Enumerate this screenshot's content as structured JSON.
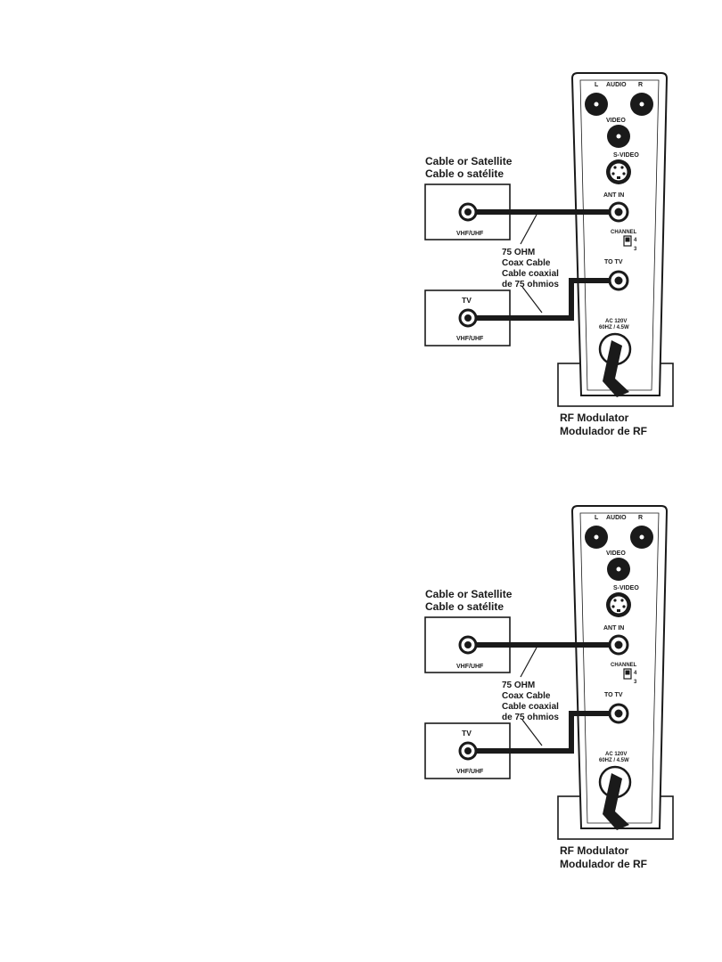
{
  "diagrams": [
    {
      "source_label_1": "Cable or Satellite",
      "source_label_2": "Cable o satélite",
      "source_port": "VHF/UHF",
      "tv_label": "TV",
      "tv_port": "VHF/UHF",
      "cable_label_1": "75 OHM",
      "cable_label_2": "Coax Cable",
      "cable_label_3": "Cable coaxial",
      "cable_label_4": "de 75 ohmios",
      "mod_audio_l": "L",
      "mod_audio": "AUDIO",
      "mod_audio_r": "R",
      "mod_video": "VIDEO",
      "mod_svideo": "S-VIDEO",
      "mod_ant_in": "ANT IN",
      "mod_channel": "CHANNEL",
      "mod_ch4": "4",
      "mod_ch3": "3",
      "mod_to_tv": "TO TV",
      "mod_power_1": "AC 120V",
      "mod_power_2": "60HZ / 4.5W",
      "mod_label_1": "RF Modulator",
      "mod_label_2": "Modulador de RF"
    },
    {
      "source_label_1": "Cable or Satellite",
      "source_label_2": "Cable o satélite",
      "source_port": "VHF/UHF",
      "tv_label": "TV",
      "tv_port": "VHF/UHF",
      "cable_label_1": "75 OHM",
      "cable_label_2": "Coax Cable",
      "cable_label_3": "Cable coaxial",
      "cable_label_4": "de 75 ohmios",
      "mod_audio_l": "L",
      "mod_audio": "AUDIO",
      "mod_audio_r": "R",
      "mod_video": "VIDEO",
      "mod_svideo": "S-VIDEO",
      "mod_ant_in": "ANT IN",
      "mod_channel": "CHANNEL",
      "mod_ch4": "4",
      "mod_ch3": "3",
      "mod_to_tv": "TO TV",
      "mod_power_1": "AC 120V",
      "mod_power_2": "60HZ / 4.5W",
      "mod_label_1": "RF Modulator",
      "mod_label_2": "Modulador de RF"
    }
  ]
}
